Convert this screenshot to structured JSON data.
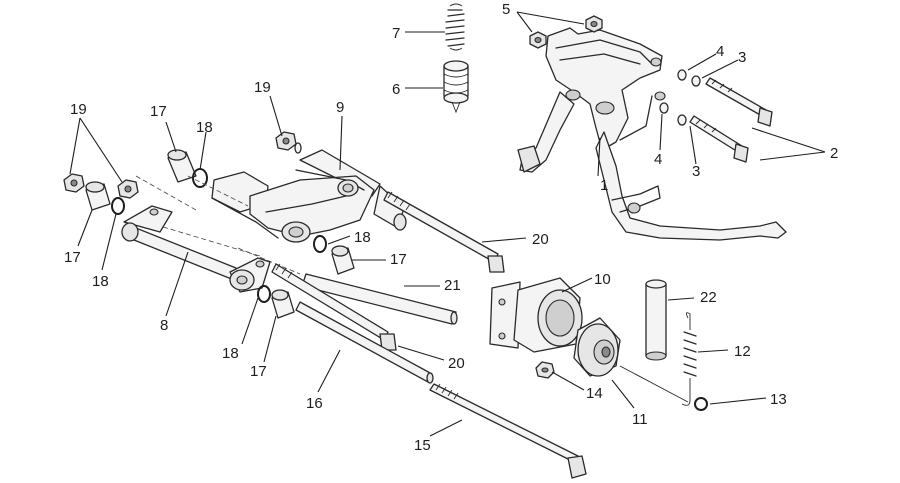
{
  "labels": [
    {
      "id": "c1",
      "text": "1"
    },
    {
      "id": "c2",
      "text": "2"
    },
    {
      "id": "c3a",
      "text": "3"
    },
    {
      "id": "c3b",
      "text": "3"
    },
    {
      "id": "c4a",
      "text": "4"
    },
    {
      "id": "c4b",
      "text": "4"
    },
    {
      "id": "c5",
      "text": "5"
    },
    {
      "id": "c6",
      "text": "6"
    },
    {
      "id": "c7",
      "text": "7"
    },
    {
      "id": "c8",
      "text": "8"
    },
    {
      "id": "c9",
      "text": "9"
    },
    {
      "id": "c10",
      "text": "10"
    },
    {
      "id": "c11",
      "text": "11"
    },
    {
      "id": "c12",
      "text": "12"
    },
    {
      "id": "c13",
      "text": "13"
    },
    {
      "id": "c14",
      "text": "14"
    },
    {
      "id": "c15",
      "text": "15"
    },
    {
      "id": "c16",
      "text": "16"
    },
    {
      "id": "c17a",
      "text": "17"
    },
    {
      "id": "c17b",
      "text": "17"
    },
    {
      "id": "c17c",
      "text": "17"
    },
    {
      "id": "c17d",
      "text": "17"
    },
    {
      "id": "c18a",
      "text": "18"
    },
    {
      "id": "c18b",
      "text": "18"
    },
    {
      "id": "c18c",
      "text": "18"
    },
    {
      "id": "c18d",
      "text": "18"
    },
    {
      "id": "c19a",
      "text": "19"
    },
    {
      "id": "c19b",
      "text": "19"
    },
    {
      "id": "c20a",
      "text": "20"
    },
    {
      "id": "c20b",
      "text": "20"
    },
    {
      "id": "c21",
      "text": "21"
    },
    {
      "id": "c22",
      "text": "22"
    }
  ]
}
